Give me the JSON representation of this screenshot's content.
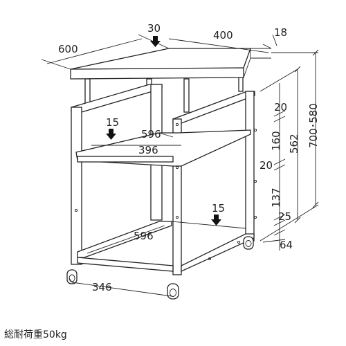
{
  "dimensions": {
    "top_depth": "600",
    "top_width": "400",
    "top_thickness": "18",
    "top_load_mark": "30",
    "height_range": "700･580",
    "height_frame": "562",
    "upper_gap": "20",
    "upper_clearance": "160",
    "middle_gap": "20",
    "lower_clearance": "137",
    "bottom_gap": "25",
    "caster_height": "64",
    "shelf_load_mark": "15",
    "shelf_depth": "596",
    "shelf_width": "396",
    "base_load_mark": "15",
    "base_depth": "596",
    "base_width": "346"
  },
  "caption": "総耐荷重50kg"
}
